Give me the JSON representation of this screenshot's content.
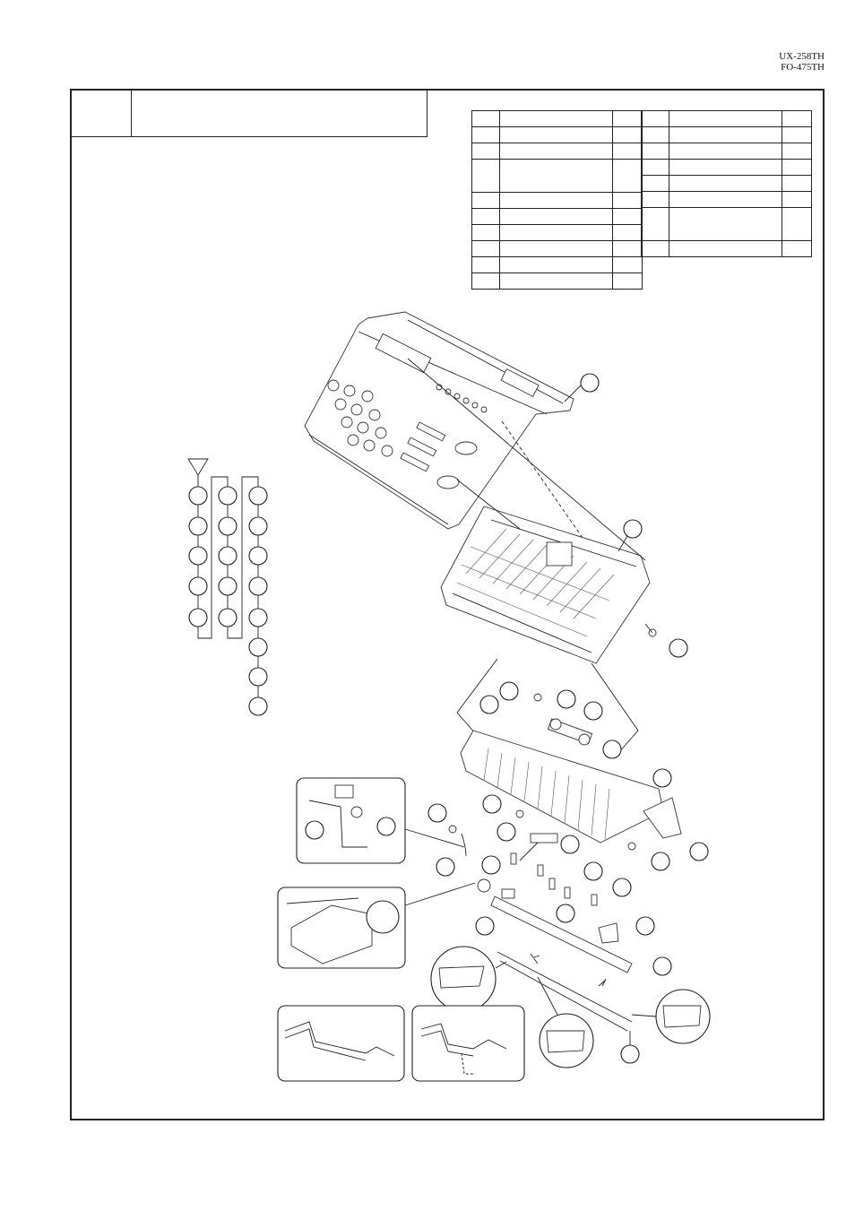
{
  "header": {
    "model_line1": "UX-258TH",
    "model_line2": "FO-475TH"
  },
  "colors": {
    "ink": "#222222",
    "paper": "#ffffff"
  },
  "diagram": {
    "subject": "exploded view of fax unit",
    "legend_marker": "triangle",
    "sequence_columns": [
      5,
      5,
      8
    ]
  }
}
